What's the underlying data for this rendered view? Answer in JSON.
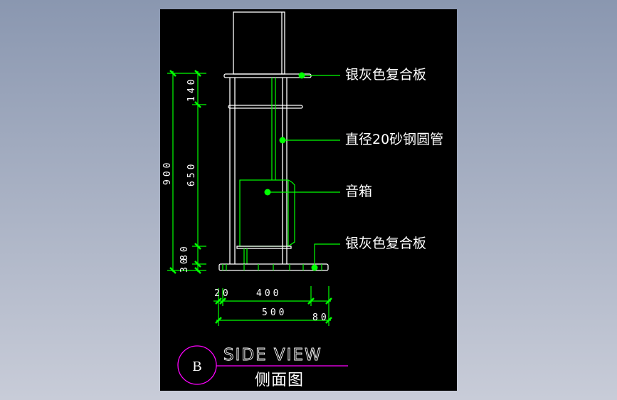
{
  "labels": {
    "top_panel": "银灰色复合板",
    "tube": "直径20砂钢圆管",
    "speaker": "音箱",
    "base_panel": "银灰色复合板"
  },
  "dimensions": {
    "vertical_total": "900",
    "vertical_top": "140",
    "vertical_mid": "650",
    "vertical_low1": "30",
    "vertical_low2": "80",
    "horiz_left": "20",
    "horiz_mid": "400",
    "horiz_total": "500",
    "horiz_right": "80"
  },
  "title": {
    "marker": "B",
    "english": "SIDE VIEW",
    "chinese": "侧面图"
  },
  "colors": {
    "background": "#000000",
    "dimension": "#00ff00",
    "title_marker": "#ff00ff"
  }
}
